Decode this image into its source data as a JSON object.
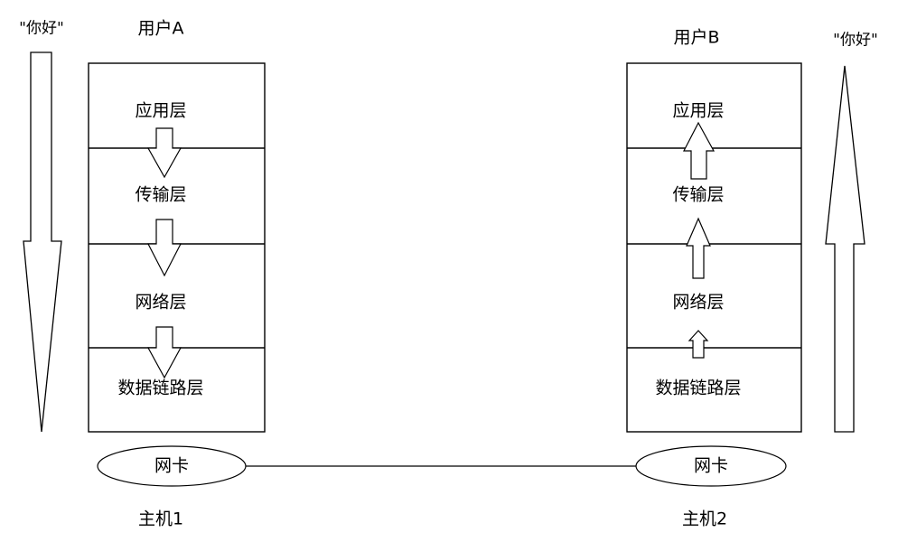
{
  "diagram": {
    "title": "TCP/IP protocol stack communication between two hosts",
    "background_color": "#ffffff",
    "line_color": "#000000"
  },
  "left_side": {
    "user_label": "用户A",
    "host_label": "主机1",
    "nic_label": "网卡",
    "greeting_label": "\"你好\"",
    "direction": "down",
    "layers": [
      {
        "name": "应用层"
      },
      {
        "name": "传输层"
      },
      {
        "name": "网络层"
      },
      {
        "name": "数据链路层"
      }
    ]
  },
  "right_side": {
    "user_label": "用户B",
    "host_label": "主机2",
    "nic_label": "网卡",
    "greeting_label": "\"你好\"",
    "direction": "up",
    "layers": [
      {
        "name": "应用层"
      },
      {
        "name": "传输层"
      },
      {
        "name": "网络层"
      },
      {
        "name": "数据链路层"
      }
    ]
  },
  "link": {
    "description": "physical-link-line"
  }
}
